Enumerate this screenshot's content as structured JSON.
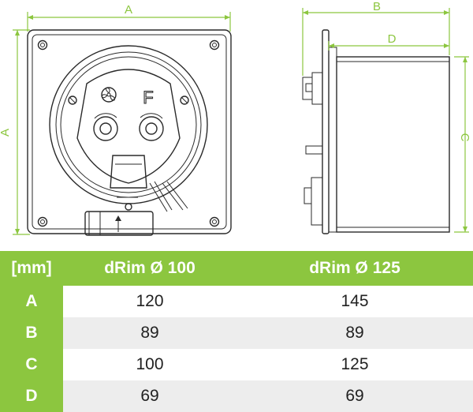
{
  "drawing": {
    "dim_labels": {
      "a": "A",
      "b": "B",
      "c": "C",
      "d": "D"
    },
    "fan_labels": {
      "f": "F"
    },
    "accent_color": "#8cc63f"
  },
  "table": {
    "header": {
      "unit": "[mm]",
      "col1": "dRim Ø 100",
      "col2": "dRim Ø 125"
    },
    "rows": [
      {
        "key": "A",
        "v1": "120",
        "v2": "145"
      },
      {
        "key": "B",
        "v1": "89",
        "v2": "89"
      },
      {
        "key": "C",
        "v1": "100",
        "v2": "125"
      },
      {
        "key": "D",
        "v1": "69",
        "v2": "69"
      }
    ]
  }
}
